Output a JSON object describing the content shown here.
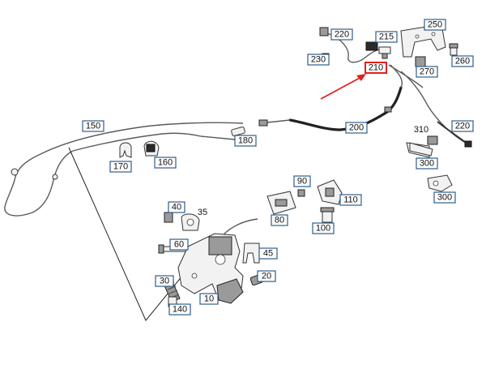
{
  "diagram": {
    "highlight_color": "#e02020",
    "label_border_color": "#2f5d8a",
    "highlighted_callout": "210",
    "callouts": [
      {
        "id": "220a",
        "text": "220"
      },
      {
        "id": "215",
        "text": "215"
      },
      {
        "id": "250",
        "text": "250"
      },
      {
        "id": "230",
        "text": "230"
      },
      {
        "id": "210",
        "text": "210"
      },
      {
        "id": "260",
        "text": "260"
      },
      {
        "id": "270",
        "text": "270"
      },
      {
        "id": "150",
        "text": "150"
      },
      {
        "id": "200",
        "text": "200"
      },
      {
        "id": "310",
        "text": "310"
      },
      {
        "id": "220b",
        "text": "220"
      },
      {
        "id": "180",
        "text": "180"
      },
      {
        "id": "170",
        "text": "170"
      },
      {
        "id": "160",
        "text": "160"
      },
      {
        "id": "300a",
        "text": "300"
      },
      {
        "id": "90",
        "text": "90"
      },
      {
        "id": "110",
        "text": "110"
      },
      {
        "id": "300b",
        "text": "300"
      },
      {
        "id": "40",
        "text": "40"
      },
      {
        "id": "35",
        "text": "35"
      },
      {
        "id": "80",
        "text": "80"
      },
      {
        "id": "100",
        "text": "100"
      },
      {
        "id": "60",
        "text": "60"
      },
      {
        "id": "45",
        "text": "45"
      },
      {
        "id": "20",
        "text": "20"
      },
      {
        "id": "30",
        "text": "30"
      },
      {
        "id": "10",
        "text": "10"
      },
      {
        "id": "140",
        "text": "140"
      }
    ]
  }
}
